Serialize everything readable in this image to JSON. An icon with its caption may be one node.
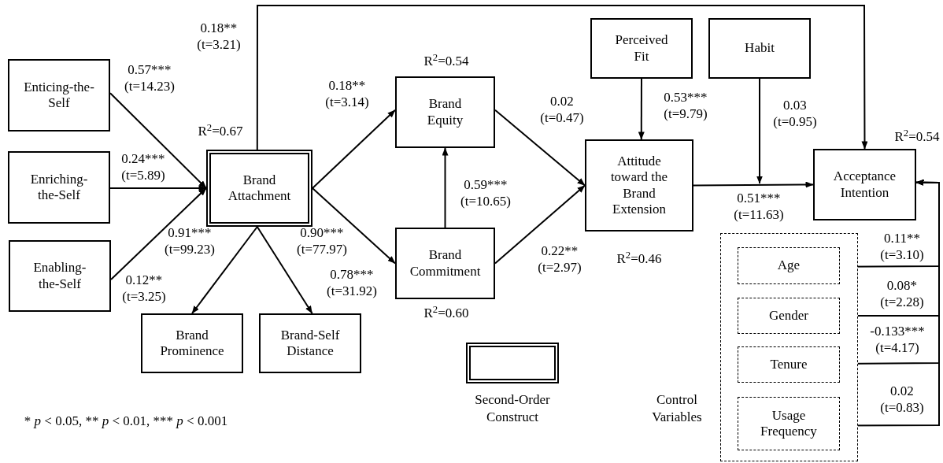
{
  "diagram": {
    "nodes": [
      {
        "text": [
          "Enticing-the-Self"
        ]
      },
      {
        "text": [
          "Enriching-the-Self"
        ]
      },
      {
        "text": [
          "Enabling-the-Self"
        ]
      },
      {
        "text": [
          "Brand Attachment"
        ],
        "beside": [
          "R$^{2}$=0.67"
        ]
      },
      {
        "text": [
          "Brand Equity"
        ],
        "beside": [
          "R$^{2}$=0.54"
        ]
      },
      {
        "text": [
          "Brand Commitment"
        ],
        "beside": [
          "R$^{2}$=0.60"
        ]
      },
      {
        "text": [
          "Brand Prominence"
        ]
      },
      {
        "text": [
          "Brand-Self Distance"
        ]
      },
      {
        "text": [
          "Perceived Fit"
        ]
      },
      {
        "text": [
          "Habit"
        ]
      },
      {
        "text": [
          "Attitude toward the Brand Extension"
        ],
        "beside": [
          "R$^{2}$=0.46"
        ]
      },
      {
        "text": [
          "Acceptance Intention"
        ],
        "beside": [
          "R$^{2}$=0.54"
        ]
      },
      {
        "text": [],
        "shape": "box",
        "beside": [
          "Control Variables"
        ]
      },
      {
        "text": [
          "Age"
        ],
        "in": 12
      },
      {
        "text": [
          "Gender"
        ],
        "in": 12
      },
      {
        "text": [
          "Tenure"
        ],
        "in": 12
      },
      {
        "text": [
          "Usage Frequency"
        ],
        "in": 12
      }
    ],
    "edges": [
      {
        "from": 0,
        "to": 3,
        "arrow": "to",
        "label": "0.57*** (t=14.23)"
      },
      {
        "from": 1,
        "to": 3,
        "arrow": "to",
        "label": "0.24*** (t=5.89)"
      },
      {
        "from": 2,
        "to": 3,
        "arrow": "to",
        "label": "0.12** (t=3.25)"
      },
      {
        "from": 3,
        "to": 4,
        "arrow": "to",
        "label": "0.18** (t=3.14)"
      },
      {
        "from": 3,
        "to": 5,
        "arrow": "to",
        "label": "0.90*** (t=77.97)"
      },
      {
        "from": 3,
        "to": 6,
        "arrow": "to",
        "label": "0.91*** (t=99.23)"
      },
      {
        "from": 3,
        "to": 7,
        "arrow": "to",
        "label": "0.78*** (t=31.92)"
      },
      {
        "from": 5,
        "to": 4,
        "arrow": "to",
        "label": "0.59*** (t=10.65)"
      },
      {
        "from": 4,
        "to": 10,
        "arrow": "to",
        "label": "0.02 (t=0.47)"
      },
      {
        "from": 5,
        "to": 10,
        "arrow": "to",
        "label": "0.22** (t=2.97)"
      },
      {
        "from": 8,
        "to": 10,
        "arrow": "to",
        "label": "0.53*** (t=9.79)"
      },
      {
        "from": 10,
        "to": 11,
        "arrow": "to",
        "label": "0.51*** (t=11.63)"
      },
      {
        "from": 9,
        "to": null,
        "arrow": "to",
        "label": "0.03 (t=0.95)"
      },
      {
        "from": 3,
        "to": 11,
        "arrow": "to",
        "label": "0.18** (t=3.21)"
      },
      {
        "from": 13,
        "to": 11,
        "arrow": "to",
        "label": "0.11** (t=3.10)"
      },
      {
        "from": 14,
        "to": 11,
        "arrow": "to",
        "label": "0.08* (t=2.28)"
      },
      {
        "from": 15,
        "to": 11,
        "arrow": "to",
        "label": "-0.133*** (t=4.17)"
      },
      {
        "from": 16,
        "to": 11,
        "arrow": "to",
        "label": "0.02 (t=0.83)"
      }
    ],
    "labels": [
      "* *p* < 0.05,  ** *p* < 0.01,  *** *p* < 0.001"
    ],
    "legend": [
      {
        "text": "Second-Order Construct"
      }
    ]
  }
}
